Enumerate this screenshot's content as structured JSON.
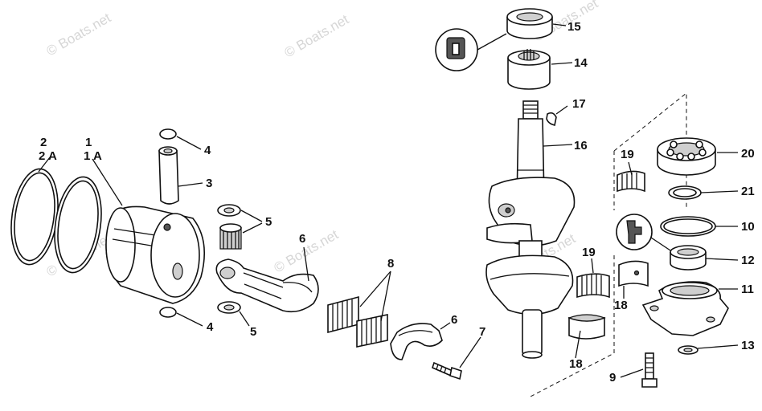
{
  "watermark": "© Boats.net",
  "callouts": [
    {
      "id": "c-2",
      "text": "2"
    },
    {
      "id": "c-2a",
      "text": "2 A"
    },
    {
      "id": "c-1",
      "text": "1"
    },
    {
      "id": "c-1a",
      "text": "1 A"
    },
    {
      "id": "c-4-top",
      "text": "4"
    },
    {
      "id": "c-3",
      "text": "3"
    },
    {
      "id": "c-5-top",
      "text": "5"
    },
    {
      "id": "c-6-rod",
      "text": "6"
    },
    {
      "id": "c-8",
      "text": "8"
    },
    {
      "id": "c-4-bottom",
      "text": "4"
    },
    {
      "id": "c-5-bottom",
      "text": "5"
    },
    {
      "id": "c-6-cap",
      "text": "6"
    },
    {
      "id": "c-7",
      "text": "7"
    },
    {
      "id": "c-15",
      "text": "15"
    },
    {
      "id": "c-14",
      "text": "14"
    },
    {
      "id": "c-17",
      "text": "17"
    },
    {
      "id": "c-16",
      "text": "16"
    },
    {
      "id": "c-19-center",
      "text": "19"
    },
    {
      "id": "c-18-center",
      "text": "18"
    },
    {
      "id": "c-19-right",
      "text": "19"
    },
    {
      "id": "c-18-right",
      "text": "18"
    },
    {
      "id": "c-20",
      "text": "20"
    },
    {
      "id": "c-21",
      "text": "21"
    },
    {
      "id": "c-10",
      "text": "10"
    },
    {
      "id": "c-12",
      "text": "12"
    },
    {
      "id": "c-11",
      "text": "11"
    },
    {
      "id": "c-13",
      "text": "13"
    },
    {
      "id": "c-9",
      "text": "9"
    }
  ]
}
